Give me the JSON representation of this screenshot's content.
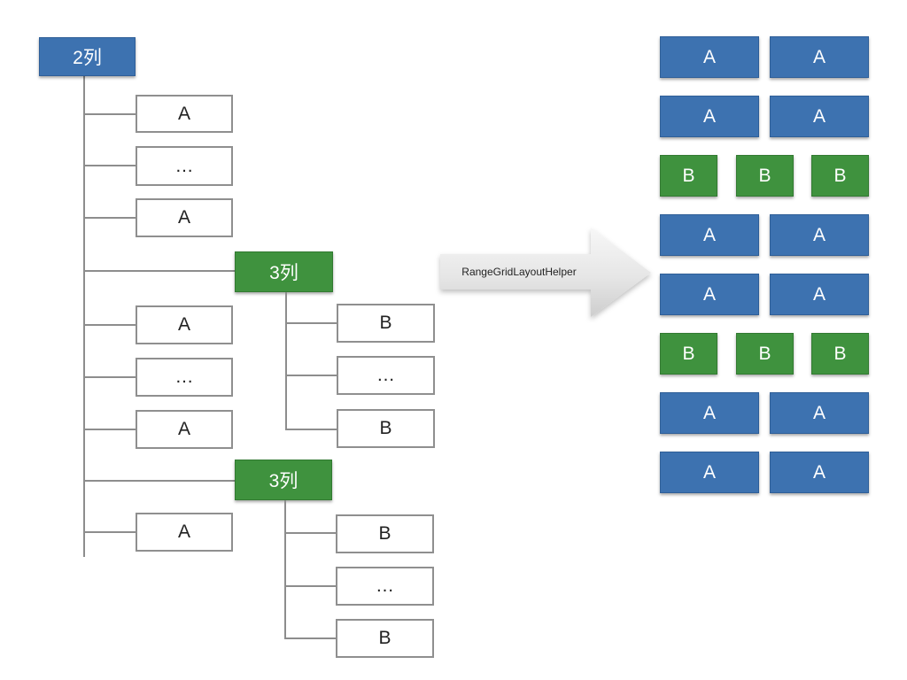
{
  "tree": {
    "root_label": "2列",
    "sub_label": "3列",
    "a_label": "A",
    "b_label": "B",
    "ellipsis": "…"
  },
  "arrow": {
    "label": "RangeGridLayoutHelper"
  },
  "grid": {
    "a_label": "A",
    "b_label": "B"
  },
  "colors": {
    "a_fill": "#3d72b0",
    "b_fill": "#3f923e",
    "connector": "#8d8d8d"
  }
}
